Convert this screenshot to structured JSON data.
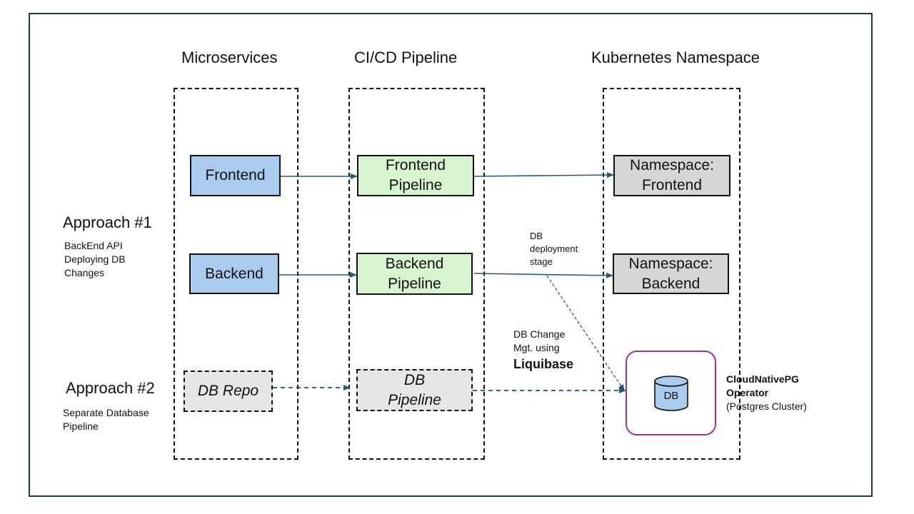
{
  "columns": {
    "microservices": "Microservices",
    "cicd": "CI/CD Pipeline",
    "k8s": "Kubernetes Namespace"
  },
  "approach1": {
    "title": "Approach #1",
    "desc_line1": "BackEnd API",
    "desc_line2": "Deploying DB",
    "desc_line3": "Changes"
  },
  "approach2": {
    "title": "Approach #2",
    "desc_line1": "Separate Database",
    "desc_line2": "Pipeline"
  },
  "nodes": {
    "frontend": "Frontend",
    "backend": "Backend",
    "db_repo": "DB Repo",
    "frontend_pipeline_l1": "Frontend",
    "frontend_pipeline_l2": "Pipeline",
    "backend_pipeline_l1": "Backend",
    "backend_pipeline_l2": "Pipeline",
    "db_pipeline_l1": "DB",
    "db_pipeline_l2": "Pipeline",
    "ns_frontend_l1": "Namespace:",
    "ns_frontend_l2": "Frontend",
    "ns_backend_l1": "Namespace:",
    "ns_backend_l2": "Backend",
    "db": "DB"
  },
  "notes": {
    "db_stage_l1": "DB",
    "db_stage_l2": "deployment",
    "db_stage_l3": "stage",
    "db_change_l1": "DB Change",
    "db_change_l2": "Mgt. using",
    "db_change_l3": "Liquibase"
  },
  "operator": {
    "line1": "CloudNativePG",
    "line2": "Operator",
    "line3": "(Postgres Cluster)"
  },
  "colors": {
    "microservice_fill": "#a9cbee",
    "pipeline_fill": "#d8f3cf",
    "namespace_fill": "#d6d6d6",
    "arrow": "#1f5f7a",
    "operator_border": "#a0338f"
  }
}
